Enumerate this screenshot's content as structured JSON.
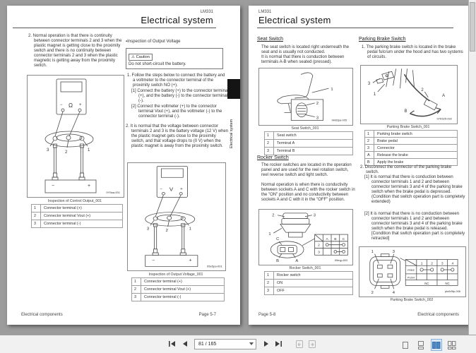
{
  "colors": {
    "accent_blue": "#3f7fbf",
    "tab_black": "#141414",
    "app_bg": "#9c9c9c"
  },
  "icons": {
    "warning": "⚠",
    "caret_down": "▾"
  },
  "fig": {
    "one": "1",
    "two": "2",
    "three": "3",
    "four": "4",
    "A": "A",
    "B": "B",
    "C": "C",
    "plus": "+",
    "minus": "−",
    "ohm": "Ω",
    "volt": "V",
    "free": "FREE",
    "push": "PUSH",
    "nc": "NC"
  },
  "toolbar": {
    "page_value": "81 / 165",
    "icon_names": [
      "first-page",
      "previous-page",
      "next-page",
      "last-page",
      "previous-view",
      "next-view",
      "single-page-view",
      "continuous-view",
      "two-page-view",
      "two-page-continuous-view"
    ],
    "active_view_mode": "two-page-view"
  },
  "left": {
    "header": {
      "model": "LM331",
      "title": "Electrical system"
    },
    "tab_label": "Electrical system",
    "col1": {
      "para": "2. Normal operation is that there is continuity between connector terminals 2 and 3 when the plastic magnet is getting close to the proximity switch and there is no continuity between connector terminals 2 and 3 when the plastic magnetic is getting away from the proximity switch.",
      "figure_code": "9Y5aa-001",
      "table_caption": "Inspection of Control Output_001",
      "table": {
        "rows": [
          {
            "k": "1",
            "v": "Connector terminal (+)"
          },
          {
            "k": "2",
            "v": "Connector terminal Vout (+)"
          },
          {
            "k": "3",
            "v": "Connector terminal (-)"
          }
        ]
      }
    },
    "col2": {
      "section_label": "▪Inspection of Output Voltage",
      "caution_label": "Caution",
      "caution_text": "Do not short-circuit the battery.",
      "step1": "1. Follow the steps below to connect the battery and a voltmeter to the connector terminal of the proximity switch NO (+).",
      "step1a": "[1] Connect the battery (+) to the connector terminal (+), and the battery (-) to the connector terminal (-).",
      "step1b": "[2] Connect the voltmeter (+) to the connector terminal Vout (+), and the voltmeter (-) to the connector terminal (-).",
      "step2": "2. It is normal that the voltage between connector terminals 2 and 3 is the battery voltage (12 V) when the plastic magnet gets close to the proximity switch, and that voltage drops to (0 V) when the plastic magnet is away from the proximity switch.",
      "figure_code": "05e5pa-001",
      "table_caption": "Inspection of Output Voltage_001",
      "table": {
        "rows": [
          {
            "k": "1",
            "v": "Connector terminal (+)"
          },
          {
            "k": "2",
            "v": "Connector terminal Vout (+)"
          },
          {
            "k": "3",
            "v": "Connector terminal (-)"
          }
        ]
      }
    },
    "footer": {
      "left": "Electrical components",
      "right": "Page 5-7"
    }
  },
  "right": {
    "header": {
      "model": "LM331",
      "title": "Electrical system"
    },
    "seat": {
      "heading": "Seat Switch",
      "para": "The seat switch is located right underneath the seat and is usually not conducted.\nIt is normal that there is conduction between terminals A-B when seated (pressed).",
      "figure_code": "9H83pa-005",
      "table_caption": "Seat Switch_001",
      "table": {
        "rows": [
          {
            "k": "1",
            "v": "Seat switch"
          },
          {
            "k": "2",
            "v": "Terminal A"
          },
          {
            "k": "3",
            "v": "Terminal B"
          }
        ]
      }
    },
    "rocker": {
      "heading": "Rocker Switch",
      "para1": "The rocker switches are located in the operation panel and are used for the reel rotation switch, reel reverse switch and light switch.",
      "para2": "Normal operation is when there is conductivity between sockets A and C with the rocker switch in the \"ON\" position and no conductivity between sockets A and C with it in the \"OFF\" position.",
      "figure_code": "09eqp-002",
      "table_caption": "Rocker Switch_001",
      "table": {
        "rows": [
          {
            "k": "1",
            "v": "Rocker switch"
          },
          {
            "k": "2",
            "v": "ON"
          },
          {
            "k": "3",
            "v": "OFF"
          }
        ]
      }
    },
    "parking": {
      "heading": "Parking Brake Switch",
      "para1": "1. The parking brake switch is located in the brake pedal fulcrum under the hood and has two systems of circuits.",
      "figure1_code": "97K625-002",
      "table_caption": "Parking Brake Switch_001",
      "table": {
        "rows": [
          {
            "k": "1",
            "v": "Parking brake switch"
          },
          {
            "k": "2",
            "v": "Brake pedal"
          },
          {
            "k": "3",
            "v": "Connector"
          },
          {
            "k": "A",
            "v": "Release the brake"
          },
          {
            "k": "B",
            "v": "Apply the brake"
          }
        ]
      },
      "para2": "2. Disconnect the connector of the parking brake switch.",
      "step1": "[1] It is normal that there is conduction between connector terminals 1 and 2 and between connector terminals 3 and 4 of the parking brake switch when the brake pedal is depressed.\n(Condition that switch operation part is completely extended)",
      "step2": "[2] It is normal that there is no conduction between connector terminals 1 and 2 and between connector terminals 3 and 4 of the parking brake switch when the brake pedal is released.\n[Condition that switch operation part is completely retracted]",
      "figure2_code": "pkr6r5tp-006",
      "figure2_caption": "Parking Brake Switch_002"
    },
    "footer": {
      "left": "Page 5-8",
      "right": "Electrical components"
    }
  }
}
